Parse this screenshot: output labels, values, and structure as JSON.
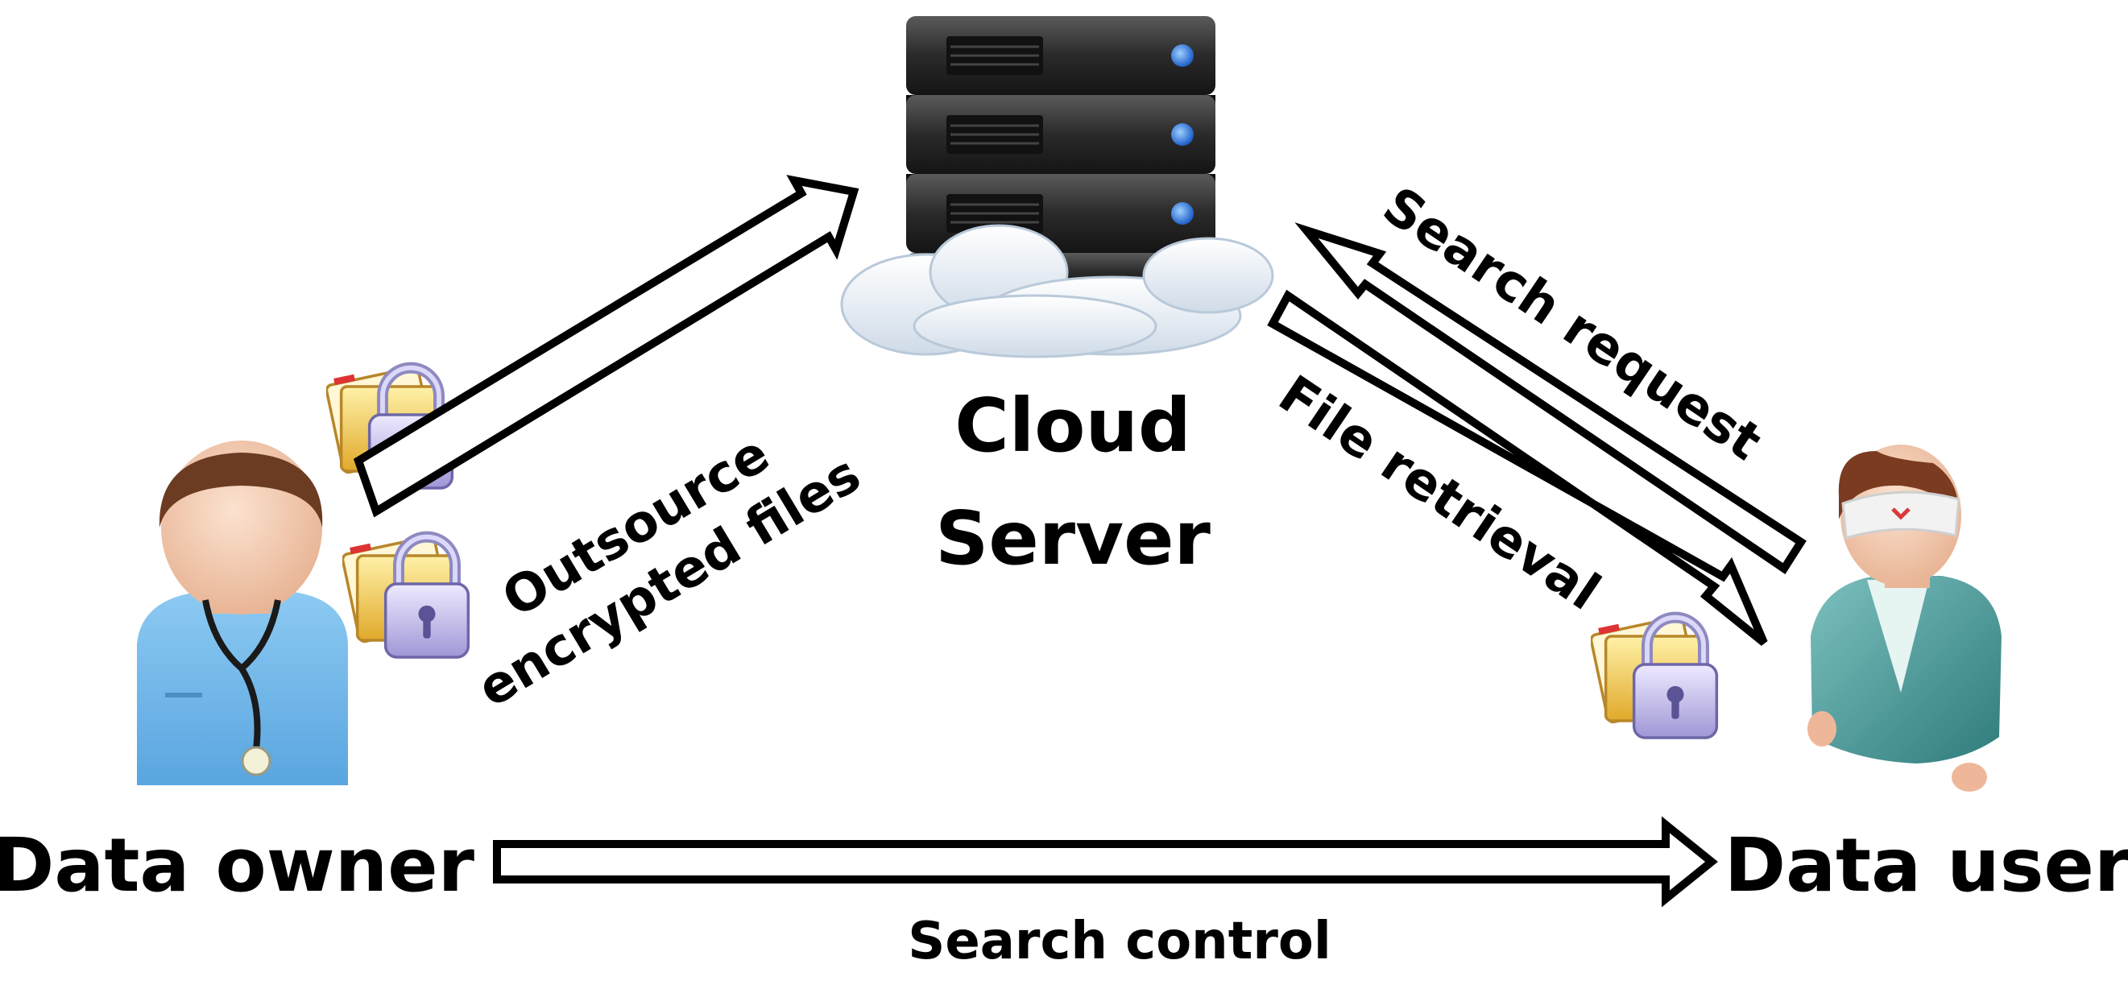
{
  "nodes": {
    "server": {
      "label_line1": "Cloud",
      "label_line2": "Server"
    },
    "owner": {
      "label": "Data owner"
    },
    "user": {
      "label": "Data user"
    }
  },
  "edges": {
    "outsource": {
      "line1": "Outsource",
      "line2": "encrypted files"
    },
    "search_request": {
      "label": "Search request"
    },
    "file_retrieval": {
      "label": "File retrieval"
    },
    "search_control": {
      "label": "Search control"
    }
  },
  "icons": [
    "server-rack-icon",
    "cloud-icon",
    "doctor-icon",
    "patient-icon",
    "locked-folder-icon"
  ],
  "colors": {
    "server_dark": "#2b2b2b",
    "server_led": "#2f6fd6",
    "cloud": "#e8f0f8",
    "owner_shirt": "#6fb7ea",
    "user_gown": "#4c9a9a",
    "folder": "#f2c94c",
    "lock": "#c8c4ea"
  }
}
